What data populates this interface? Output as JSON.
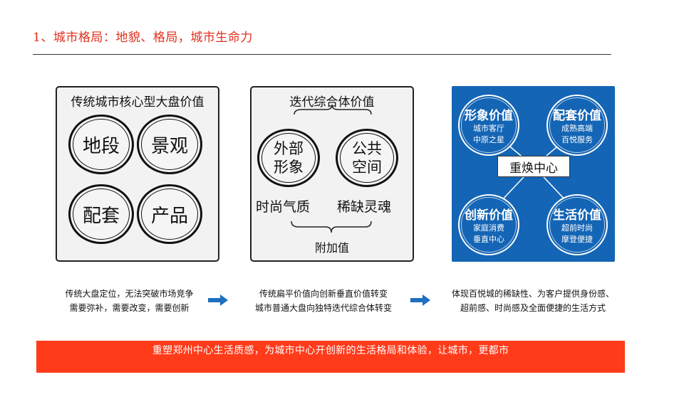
{
  "title": "1、城市格局：地貌、格局，城市生命力",
  "panel1": {
    "heading": "传统城市核心型大盘价值",
    "circles": [
      "地段",
      "景观",
      "配套",
      "产品"
    ]
  },
  "panel2": {
    "heading": "迭代综合体价值",
    "circles": [
      {
        "line1": "外部",
        "line2": "形象",
        "sub": "时尚气质"
      },
      {
        "line1": "公共",
        "line2": "空间",
        "sub": "稀缺灵魂"
      }
    ],
    "footer": "附加值"
  },
  "panel3": {
    "center": "重焕中心",
    "nodes": [
      {
        "title": "形象价值",
        "line1": "城市客厅",
        "line2": "中原之星"
      },
      {
        "title": "配套价值",
        "line1": "成熟高端",
        "line2": "百悦服务"
      },
      {
        "title": "创新价值",
        "line1": "家庭消费",
        "line2": "垂直中心"
      },
      {
        "title": "生活价值",
        "line1": "超前时尚",
        "line2": "摩登便捷"
      }
    ]
  },
  "captions": [
    {
      "line1": "传统大盘定位，无法突破市场竞争",
      "line2": "需要弥补，需要改变，需要创新"
    },
    {
      "line1": "传统扁平价值向创新垂直价值转变",
      "line2": "城市普通大盘向独特迭代综合体转变"
    },
    {
      "line1": "体现百悦城的稀缺性、为客户提供身份感、",
      "line2": "超前感、时尚感及全面便捷的生活方式"
    }
  ],
  "banner": "重塑郑州中心生活质感，为城市中心开创新的生活格局和体验，让城市，更都市",
  "colors": {
    "title": "#e0301e",
    "panel3_bg": "#1465b5",
    "arrow": "#1f6fc0",
    "banner": "#ff3b1a"
  }
}
